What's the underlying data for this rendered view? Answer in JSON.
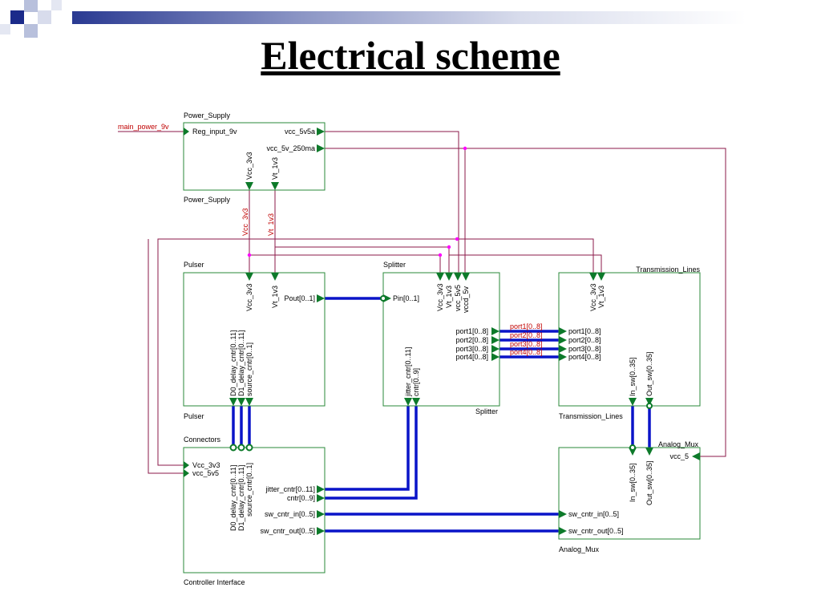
{
  "title": "Electrical scheme",
  "colors": {
    "block_border": "#2a8a3a",
    "wire": "#8b1a4a",
    "bus": "#0a14c8",
    "pin": "#0d7a2a",
    "net_label": "#c00000",
    "junction": "#ff00ff",
    "corner_squares": "#1a2a8a"
  },
  "nets": {
    "main_power": "main_power_9v",
    "vcc_3v3": "Vcc_3v3",
    "vt_1v3": "Vt_1v3",
    "port1": "port1[0..8]",
    "port2": "port2[0..8]",
    "port3": "port3[0..8]",
    "port4": "port4[0..8]"
  },
  "blocks": {
    "power_supply": {
      "top_label": "Power_Supply",
      "bottom_label": "Power_Supply",
      "pins": {
        "reg_input": "Reg_input_9v",
        "vcc_5v5a": "vcc_5v5a",
        "vcc_5v_250ma": "vcc_5v_250ma",
        "vcc_3v3": "Vcc_3v3",
        "vt_1v3": "Vt_1v3"
      }
    },
    "pulser": {
      "top_label": "Pulser",
      "bottom_label": "Pulser",
      "pins": {
        "vcc_3v3": "Vcc_3v3",
        "vt_1v3": "Vt_1v3",
        "pout": "Pout[0..1]",
        "d0": "D0_delay_cntr[0..11]",
        "d1": "D1_delay_cntr[0..11]",
        "source": "source_cntr[0..1]"
      }
    },
    "splitter": {
      "top_label": "Splitter",
      "bottom_label": "Splitter",
      "pins": {
        "pin": "Pin[0..1]",
        "vcc_3v3": "Vcc_3v3",
        "vt_1v3": "Vt_1v3",
        "vcc_5v5": "vcc_5v5",
        "vccd_5v": "vccd_5v",
        "port1": "port1[0..8]",
        "port2": "port2[0..8]",
        "port3": "port3[0..8]",
        "port4": "port4[0..8]",
        "jitter": "jitter_cntr[0..11]",
        "cntr": "cntr[0..9]"
      }
    },
    "transmission_lines": {
      "top_label": "Transmission_Lines",
      "bottom_label": "Transmission_Lines",
      "pins": {
        "vcc_3v3": "Vcc_3v3",
        "vt_1v3": "Vt_1v3",
        "port1": "port1[0..8]",
        "port2": "port2[0..8]",
        "port3": "port3[0..8]",
        "port4": "port4[0..8]",
        "in_sw": "In_sw[0..35]",
        "out_sw": "Out_sw[0..35]"
      }
    },
    "connectors": {
      "top_label": "Connectors",
      "bottom_label": "Controller Interface",
      "pins": {
        "vcc_3v3": "Vcc_3v3",
        "vcc_5v5": "vcc_5v5",
        "d0": "D0_delay_cntr[0..11]",
        "d1": "D1_delay_cntr[0..11]",
        "source": "source_cntr[0..1]",
        "jitter": "jitter_cntr[0..11]",
        "cntr": "cntr[0..9]",
        "sw_in": "sw_cntr_in[0..5]",
        "sw_out": "sw_cntr_out[0..5]"
      }
    },
    "analog_mux": {
      "top_label": "Analog_Mux",
      "bottom_label": "Analog_Mux",
      "pins": {
        "vcc_5": "vcc_5",
        "in_sw": "In_sw[0..35]",
        "out_sw": "Out_sw[0..35]",
        "sw_in": "sw_cntr_in[0..5]",
        "sw_out": "sw_cntr_out[0..5]"
      }
    }
  }
}
